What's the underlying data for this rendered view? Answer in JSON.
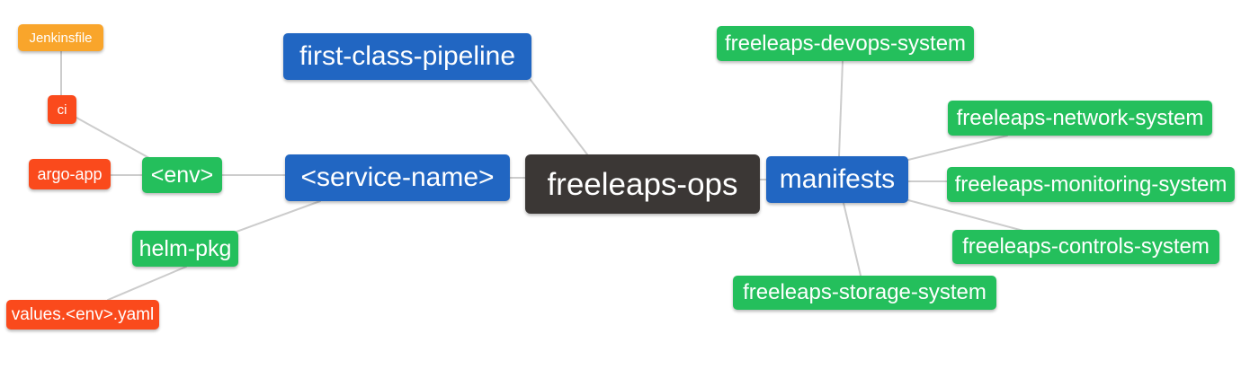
{
  "diagram": {
    "type": "mindmap",
    "root": "freeleaps_ops",
    "colors": {
      "orange": "#F9A52B",
      "red": "#FA4A1C",
      "green": "#24BF5C",
      "blue": "#2166C2",
      "dark": "#3B3735",
      "edge": "#CCCCCC",
      "text": "#FFFFFF"
    },
    "nodes": [
      {
        "id": "jenkinsfile",
        "label": "Jenkinsfile",
        "color": "orange"
      },
      {
        "id": "ci",
        "label": "ci",
        "color": "red"
      },
      {
        "id": "argo_app",
        "label": "argo-app",
        "color": "red"
      },
      {
        "id": "env",
        "label": "<env>",
        "color": "green"
      },
      {
        "id": "helm_pkg",
        "label": "helm-pkg",
        "color": "green"
      },
      {
        "id": "values",
        "label": "values.<env>.yaml",
        "color": "red"
      },
      {
        "id": "first_class_pipeline",
        "label": "first-class-pipeline",
        "color": "blue"
      },
      {
        "id": "service_name",
        "label": "<service-name>",
        "color": "blue"
      },
      {
        "id": "freeleaps_ops",
        "label": "freeleaps-ops",
        "color": "dark"
      },
      {
        "id": "manifests",
        "label": "manifests",
        "color": "blue"
      },
      {
        "id": "devops",
        "label": "freeleaps-devops-system",
        "color": "green"
      },
      {
        "id": "network",
        "label": "freeleaps-network-system",
        "color": "green"
      },
      {
        "id": "monitoring",
        "label": "freeleaps-monitoring-system",
        "color": "green"
      },
      {
        "id": "controls",
        "label": "freeleaps-controls-system",
        "color": "green"
      },
      {
        "id": "storage",
        "label": "freeleaps-storage-system",
        "color": "green"
      }
    ],
    "edges": [
      {
        "from": "ci",
        "to": "jenkinsfile"
      },
      {
        "from": "env",
        "to": "ci"
      },
      {
        "from": "env",
        "to": "argo_app"
      },
      {
        "from": "service_name",
        "to": "env"
      },
      {
        "from": "service_name",
        "to": "helm_pkg"
      },
      {
        "from": "helm_pkg",
        "to": "values"
      },
      {
        "from": "freeleaps_ops",
        "to": "first_class_pipeline"
      },
      {
        "from": "freeleaps_ops",
        "to": "service_name"
      },
      {
        "from": "freeleaps_ops",
        "to": "manifests"
      },
      {
        "from": "manifests",
        "to": "devops"
      },
      {
        "from": "manifests",
        "to": "network"
      },
      {
        "from": "manifests",
        "to": "monitoring"
      },
      {
        "from": "manifests",
        "to": "controls"
      },
      {
        "from": "manifests",
        "to": "storage"
      }
    ]
  }
}
